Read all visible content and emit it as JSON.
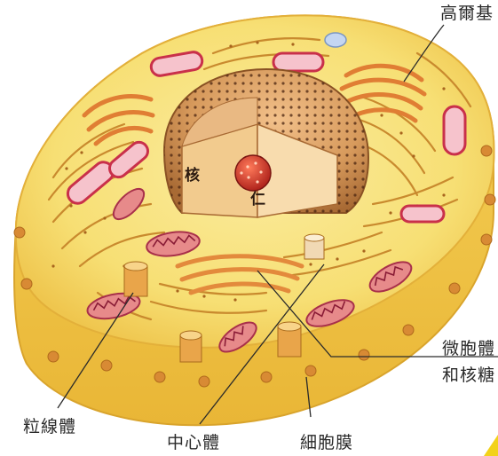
{
  "labels": {
    "golgi": "高爾基",
    "nucleus": "核",
    "nucleolus": "仁",
    "microbody_line1": "微胞體",
    "microbody_line2": "和核糖",
    "lysosome": "粒線體",
    "centrosome": "中心體",
    "cell_membrane": "細胞膜"
  },
  "colors": {
    "cytoplasm": "#f7e07a",
    "membrane_edge": "#e9b838",
    "membrane_side": "#f3c84a",
    "golgi": "#e8934a",
    "mitochondria_outer": "#e88b8b",
    "mitochondria_inner": "#c94a63",
    "vesicle_pink": "#f1b5c0",
    "nucleus_shell": "#c99560",
    "nucleus_inner": "#f4d4a4",
    "nucleolus": "#c0322a",
    "leader_line": "#2a2a2a"
  }
}
